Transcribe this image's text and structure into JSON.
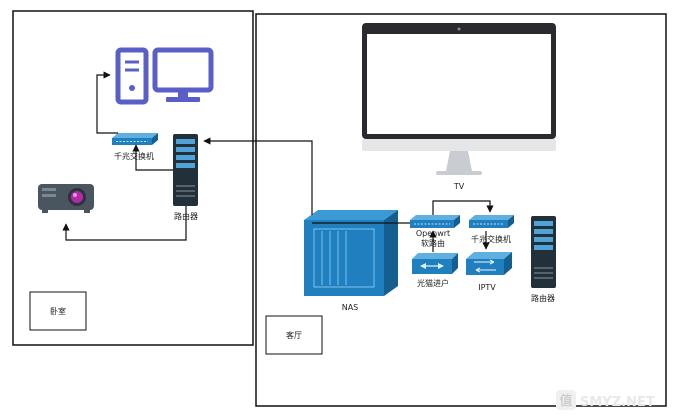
{
  "rooms": {
    "bedroom": "卧室",
    "living_room": "客厅"
  },
  "devices": {
    "bedroom_switch": "千兆交换机",
    "bedroom_router": "路由器",
    "tv": "TV",
    "nas": "NAS",
    "openwrt_line1": "Openwrt",
    "openwrt_line2": "软路由",
    "living_switch": "千兆交换机",
    "optical_modem": "光猫进户",
    "iptv": "IPTV",
    "living_router": "路由器"
  },
  "watermark": "SMYZ.NET",
  "colors": {
    "device_blue": "#1f7fbf",
    "desktop_purple": "#5a5fc8",
    "projector_gray": "#4a5560",
    "projector_lens": "#b12aa6",
    "tower_dark": "#22303a"
  }
}
